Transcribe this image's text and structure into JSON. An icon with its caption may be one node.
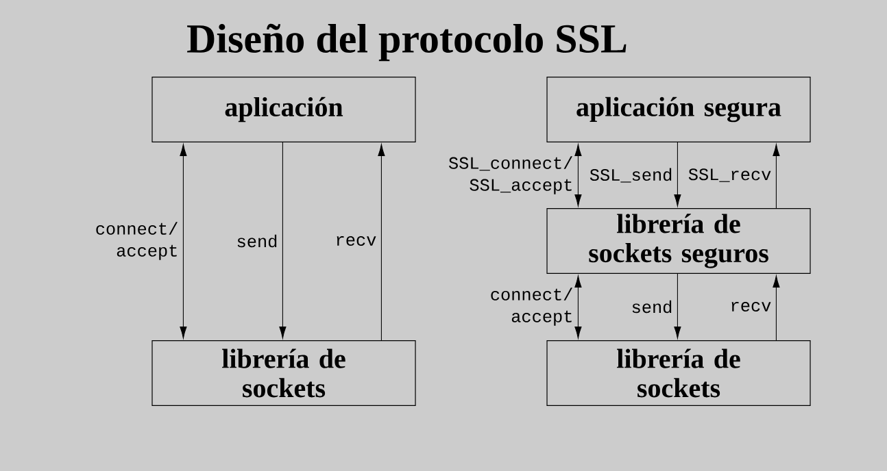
{
  "diagram": {
    "title": "Diseño del protocolo SSL",
    "nodes": [
      {
        "text": [
          "aplicación"
        ]
      },
      {
        "text": [
          "librería de sockets"
        ]
      },
      {
        "text": [
          "aplicación segura"
        ]
      },
      {
        "text": [
          "librería de sockets seguros"
        ]
      },
      {
        "text": [
          "librería de sockets"
        ]
      }
    ],
    "edges": [
      {
        "from": 0,
        "to": 1,
        "arrow": "both",
        "label": "connect/ accept"
      },
      {
        "from": 0,
        "to": 1,
        "arrow": "to",
        "label": "send"
      },
      {
        "from": 1,
        "to": 0,
        "arrow": "to",
        "label": "recv"
      },
      {
        "from": 2,
        "to": 3,
        "arrow": "both",
        "label": "SSL_connect/ SSL_accept"
      },
      {
        "from": 2,
        "to": 3,
        "arrow": "to",
        "label": "SSL_send"
      },
      {
        "from": 3,
        "to": 2,
        "arrow": "to",
        "label": "SSL_recv"
      },
      {
        "from": 3,
        "to": 4,
        "arrow": "both",
        "label": "connect/ accept"
      },
      {
        "from": 3,
        "to": 4,
        "arrow": "to",
        "label": "send"
      },
      {
        "from": 4,
        "to": 3,
        "arrow": "to",
        "label": "recv"
      }
    ]
  }
}
